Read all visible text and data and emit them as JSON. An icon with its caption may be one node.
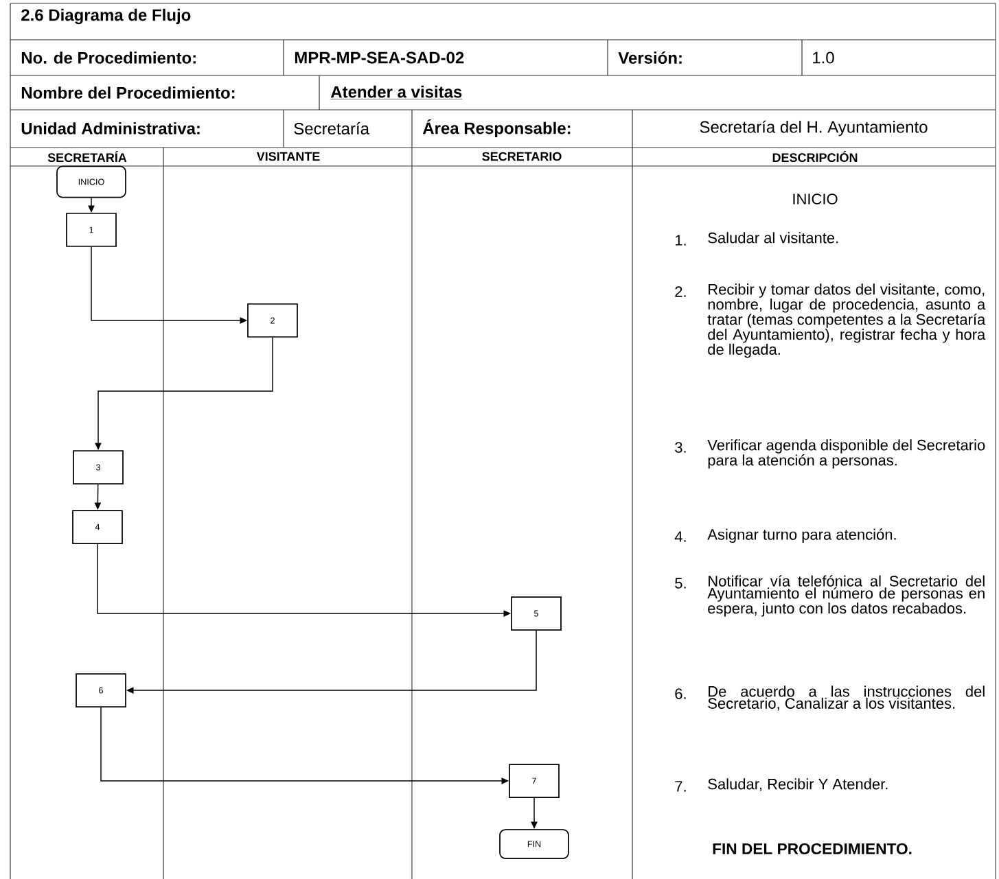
{
  "diagram": {
    "title": "2.6 Diagrama de Flujo",
    "nodes": [
      {
        "text": [
          "INICIO"
        ]
      },
      {
        "text": [
          "1"
        ]
      },
      {
        "text": [
          "2"
        ]
      },
      {
        "text": [
          "3"
        ]
      },
      {
        "text": [
          "4"
        ]
      },
      {
        "text": [
          "5"
        ]
      },
      {
        "text": [
          "6"
        ]
      },
      {
        "text": [
          "7"
        ]
      },
      {
        "text": [
          "FIN"
        ]
      }
    ],
    "edges": [
      {
        "from": 0,
        "to": 1,
        "arrow": "to"
      },
      {
        "from": 1,
        "to": 2,
        "arrow": "to"
      },
      {
        "from": 2,
        "to": 3,
        "arrow": "to"
      },
      {
        "from": 3,
        "to": 4,
        "arrow": "to"
      },
      {
        "from": 4,
        "to": 5,
        "arrow": "to"
      },
      {
        "from": 5,
        "to": 6,
        "arrow": "to"
      },
      {
        "from": 6,
        "to": 7,
        "arrow": "to"
      },
      {
        "from": 7,
        "to": 8,
        "arrow": "to"
      }
    ],
    "labels": [
      "No. de Procedimiento:",
      "MPR-MP-SEA-SAD-02",
      "Versión:",
      "1.0",
      "Nombre del Procedimiento:",
      "Atender a visitas",
      "Unidad Administrativa:",
      "Secretaría",
      "Área Responsable:",
      "Secretaría del H. Ayuntamiento",
      "SECRETARÍA",
      "VISITANTE",
      "SECRETARIO",
      "DESCRIPCIÓN",
      "INICIO",
      "1.",
      "Saludar al visitante.",
      "2.",
      "Recibir y tomar datos del visitante, como, nombre, lugar de procedencia, asunto a tratar (temas competentes a la Secretaría del Ayuntamiento), registrar fecha y hora de llegada.",
      "3.",
      "Verificar agenda disponible del Secretario para la atención a personas.",
      "4.",
      "Asignar turno para atención.",
      "5.",
      "Notificar vía telefónica al Secretario del Ayuntamiento el número de personas en espera, junto con los datos recabados.",
      "6.",
      "De acuerdo a las instrucciones del Secretario, Canalizar a los visitantes.",
      "7.",
      "Saludar, Recibir Y Atender.",
      "FIN DEL PROCEDIMIENTO."
    ]
  }
}
